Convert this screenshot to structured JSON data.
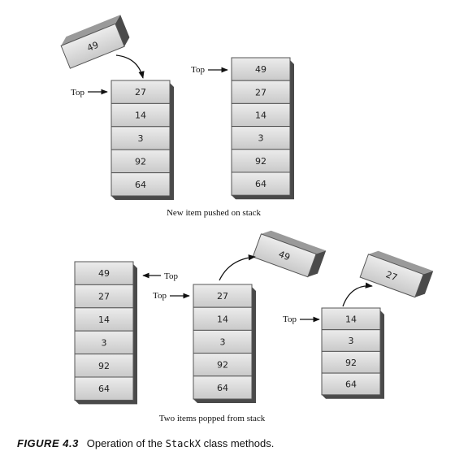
{
  "labels": {
    "top": "Top",
    "push_caption": "New item pushed on stack",
    "pop_caption": "Two items popped from stack"
  },
  "stacks": {
    "push_before": [
      "27",
      "14",
      "3",
      "92",
      "64"
    ],
    "push_after": [
      "49",
      "27",
      "14",
      "3",
      "92",
      "64"
    ],
    "pop_full": [
      "49",
      "27",
      "14",
      "3",
      "92",
      "64"
    ],
    "pop_one": [
      "27",
      "14",
      "3",
      "92",
      "64"
    ],
    "pop_two": [
      "14",
      "3",
      "92",
      "64"
    ]
  },
  "floating": {
    "pushed_item": "49",
    "popped_first": "49",
    "popped_second": "27"
  },
  "caption": {
    "figure": "FIGURE 4.3",
    "text_before": "Operation of the ",
    "class_name": "StackX",
    "text_after": " class methods."
  },
  "colors": {
    "cell_fill": "#d6d6d6",
    "shadow": "#4a4a4a",
    "border": "#555555"
  }
}
